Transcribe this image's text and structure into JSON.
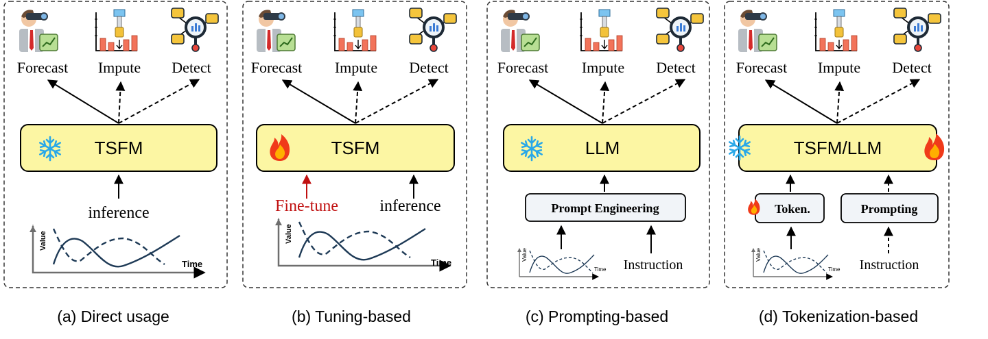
{
  "task_labels": {
    "forecast": "Forecast",
    "impute": "Impute",
    "detect": "Detect"
  },
  "chart_labels": {
    "value": "Value",
    "time": "Time"
  },
  "colors": {
    "model_box_fill": "#fcf6a3",
    "finetune_red": "#c01010",
    "snowflake": "#29a8e8",
    "flame_outer": "#f03a1a",
    "flame_inner": "#ffb000",
    "prompt_box_fill": "#f1f4f8"
  },
  "panels": [
    {
      "id": "a",
      "model_label": "TSFM",
      "icon": "snowflake-icon",
      "input_label": "inference",
      "caption": "(a) Direct usage"
    },
    {
      "id": "b",
      "model_label": "TSFM",
      "icon": "flame-icon",
      "finetune_label": "Fine-tune",
      "input_label": "inference",
      "caption": "(b) Tuning-based"
    },
    {
      "id": "c",
      "model_label": "LLM",
      "icon": "snowflake-icon",
      "prompt_box_label": "Prompt Engineering",
      "instruction_label": "Instruction",
      "caption": "(c) Prompting-based"
    },
    {
      "id": "d",
      "model_label": "TSFM/LLM",
      "icons": [
        "snowflake-icon",
        "flame-icon"
      ],
      "token_box_label": "Token.",
      "prompting_box_label": "Prompting",
      "instruction_label": "Instruction",
      "caption": "(d) Tokenization-based"
    }
  ]
}
